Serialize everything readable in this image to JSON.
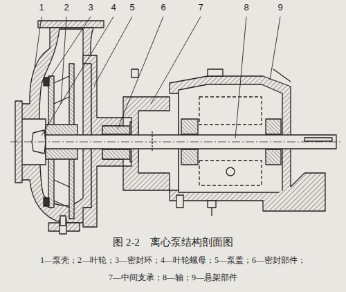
{
  "diagram": {
    "caption": "图 2-2　离心泵结构剖面图",
    "labels": [
      "1",
      "2",
      "3",
      "4",
      "5",
      "6",
      "7",
      "8",
      "9",
      "1—泵壳；2—叶轮；3—密封环；4—叶轮螺母；5—泵盖；6—密封部件；",
      "7—中间支承；8—轴；9—悬架部件"
    ]
  }
}
